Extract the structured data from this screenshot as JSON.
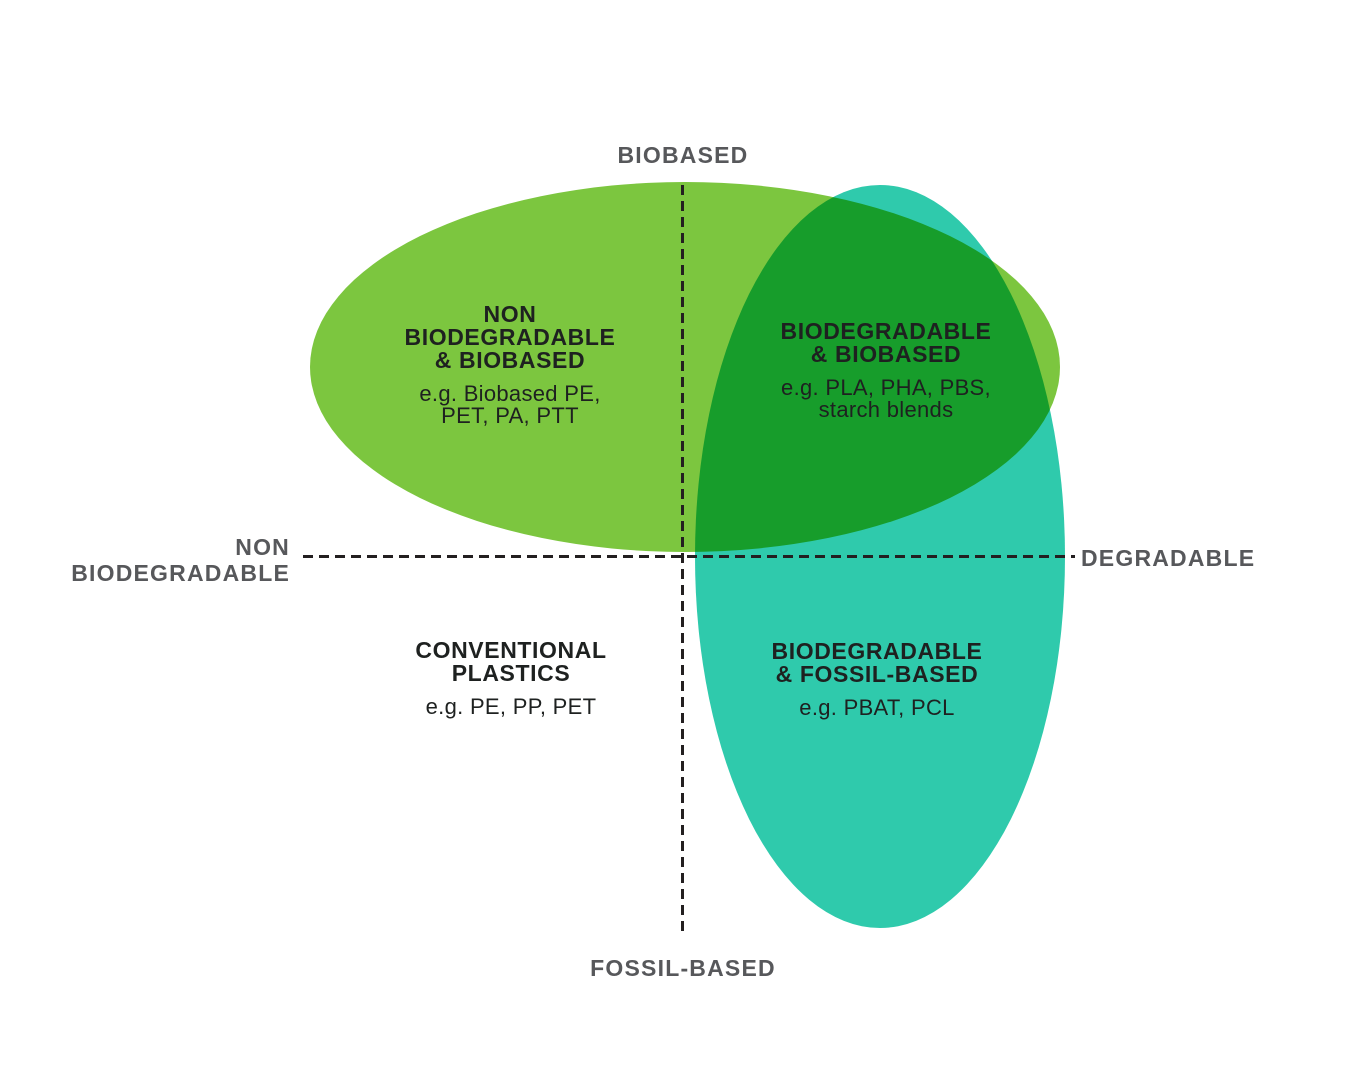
{
  "colors": {
    "green": "#7CC63F",
    "teal": "#2FCAAC",
    "overlap_green": "#1FA32B",
    "axis_line": "#231F20",
    "axis_label": "#57585B",
    "heading_text": "#1E2120",
    "body_text": "#1E2120",
    "background": "#FFFFFF"
  },
  "axes": {
    "top": "BIOBASED",
    "bottom": "FOSSIL-BASED",
    "left_line1": "NON",
    "left_line2": "BIODEGRADABLE",
    "right": "DEGRADABLE"
  },
  "regions": [
    {
      "name": "non-biodegradable-and-biobased",
      "title_lines": [
        "NON",
        "BIODEGRADABLE",
        "& BIOBASED"
      ],
      "example_lines": [
        "e.g. Biobased PE,",
        "PET, PA, PTT"
      ]
    },
    {
      "name": "biodegradable-and-biobased",
      "title_lines": [
        "BIODEGRADABLE",
        "& BIOBASED"
      ],
      "example_lines": [
        "e.g. PLA, PHA, PBS,",
        "starch blends"
      ]
    },
    {
      "name": "conventional-plastics",
      "title_lines": [
        "CONVENTIONAL",
        "PLASTICS"
      ],
      "example_lines": [
        "e.g. PE, PP, PET"
      ]
    },
    {
      "name": "biodegradable-and-fossil-based",
      "title_lines": [
        "BIODEGRADABLE",
        "& FOSSIL-BASED"
      ],
      "example_lines": [
        "e.g. PBAT, PCL"
      ]
    }
  ]
}
